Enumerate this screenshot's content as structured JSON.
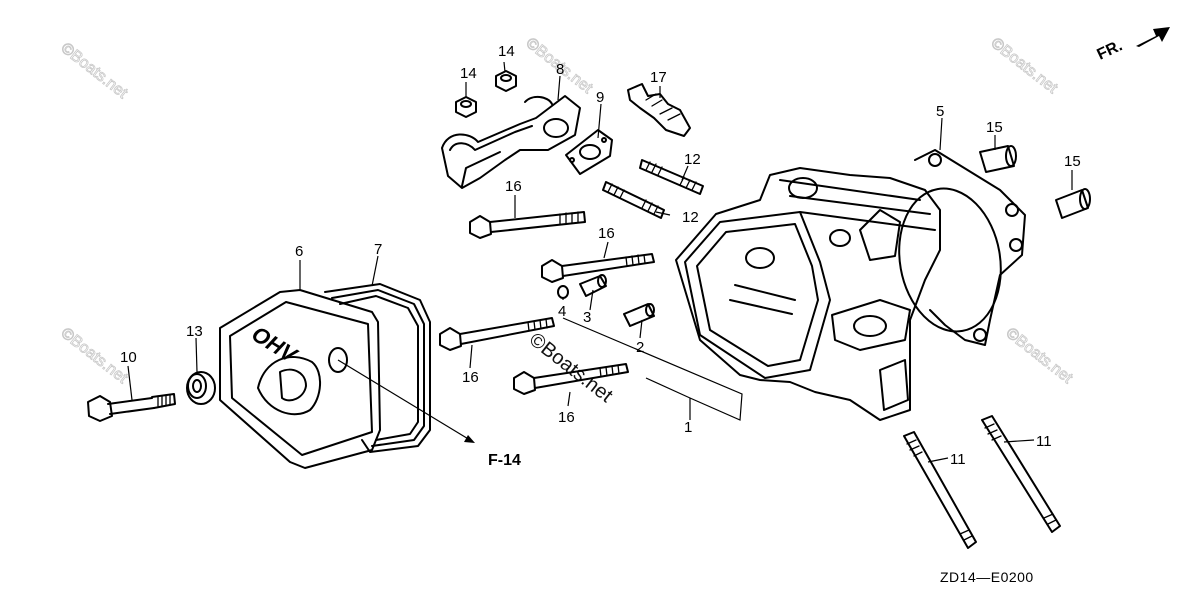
{
  "diagram": {
    "direction_label": "FR.",
    "reference_label": "F-14",
    "diagram_code": "ZD14—E0200",
    "watermark": "©Boats.net",
    "callouts": [
      "1",
      "2",
      "3",
      "4",
      "5",
      "6",
      "7",
      "8",
      "9",
      "10",
      "11",
      "11",
      "12",
      "12",
      "13",
      "14",
      "14",
      "15",
      "15",
      "16",
      "16",
      "16",
      "16",
      "17"
    ],
    "cover_marking": "OHV"
  }
}
